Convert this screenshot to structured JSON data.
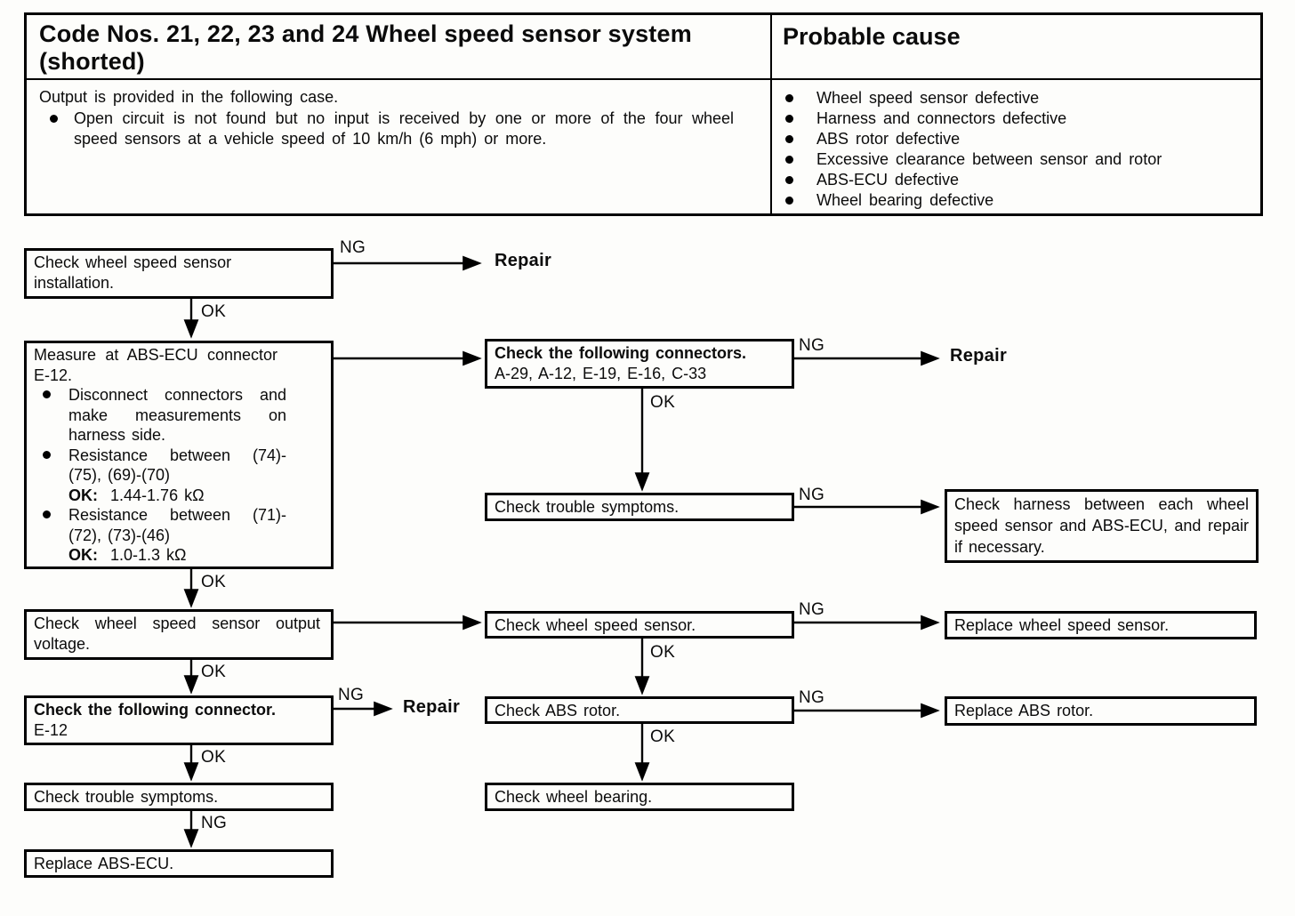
{
  "header": {
    "title": "Code Nos. 21, 22, 23 and 24 Wheel speed sensor system (shorted)",
    "probable_cause_heading": "Probable cause",
    "output_intro": "Output is provided in the following case.",
    "output_case": "Open circuit is not found but no input is received by one or more of the four wheel speed sensors at a vehicle speed of 10 km/h (6 mph) or more.",
    "causes": [
      "Wheel speed sensor defective",
      "Harness and connectors defective",
      "ABS rotor defective",
      "Excessive clearance between sensor and rotor",
      "ABS-ECU defective",
      "Wheel bearing defective"
    ]
  },
  "labels": {
    "ng": "NG",
    "ok": "OK",
    "repair": "Repair"
  },
  "flow": {
    "check_installation": "Check wheel speed sensor installation.",
    "measure_title": "Measure at ABS-ECU connector E-12.",
    "measure_b1": "Disconnect connectors and make measurements on harness side.",
    "measure_b2": "Resistance between (74)-(75), (69)-(70)",
    "measure_b2_ok_label": "OK:",
    "measure_b2_ok_value": "1.44-1.76 kΩ",
    "measure_b3": "Resistance between (71)-(72), (73)-(46)",
    "measure_b3_ok_label": "OK:",
    "measure_b3_ok_value": "1.0-1.3 kΩ",
    "check_output_voltage": "Check wheel speed sensor output voltage.",
    "check_connector_title": "Check the following connector.",
    "check_connector_detail": "E-12",
    "check_trouble_left": "Check trouble symptoms.",
    "replace_ecu": "Replace ABS-ECU.",
    "check_connectors_title": "Check the following connectors.",
    "check_connectors_detail": "A-29, A-12, E-19, E-16, C-33",
    "check_trouble_mid": "Check trouble symptoms.",
    "check_sensor": "Check wheel speed sensor.",
    "check_rotor": "Check ABS rotor.",
    "check_bearing": "Check wheel bearing.",
    "check_harness": "Check harness between each wheel speed sensor and ABS-ECU, and repair if necessary.",
    "replace_sensor": "Replace wheel speed sensor.",
    "replace_rotor": "Replace ABS rotor."
  }
}
